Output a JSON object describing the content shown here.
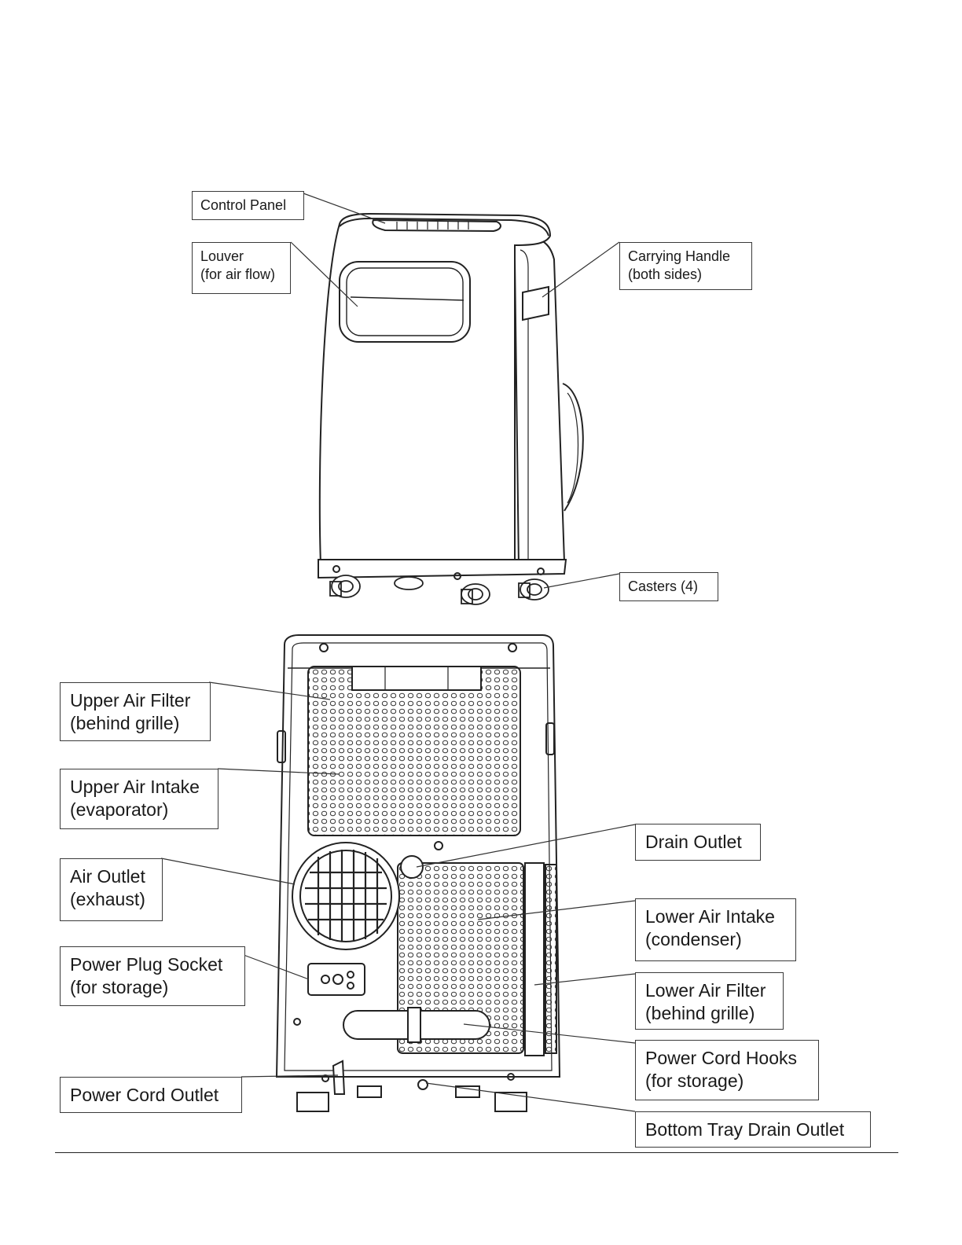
{
  "labels": {
    "control_panel": [
      "Control Panel"
    ],
    "louver": [
      "Louver",
      "(for air flow)"
    ],
    "carrying_handle": [
      "Carrying Handle",
      "(both sides)"
    ],
    "casters": [
      "Casters (4)"
    ],
    "upper_air_filter": [
      "Upper Air Filter",
      "(behind grille)"
    ],
    "upper_air_intake": [
      "Upper Air Intake",
      "(evaporator)"
    ],
    "air_outlet": [
      "Air Outlet",
      "(exhaust)"
    ],
    "power_plug_socket": [
      "Power Plug Socket",
      "(for storage)"
    ],
    "power_cord_outlet": [
      "Power Cord Outlet"
    ],
    "drain_outlet": [
      "Drain Outlet"
    ],
    "lower_air_intake": [
      "Lower Air Intake",
      "(condenser)"
    ],
    "lower_air_filter": [
      "Lower Air Filter",
      "(behind grille)"
    ],
    "power_cord_hooks": [
      "Power Cord Hooks",
      "(for storage)"
    ],
    "bottom_tray_drain_outlet": [
      "Bottom Tray Drain Outlet"
    ]
  }
}
